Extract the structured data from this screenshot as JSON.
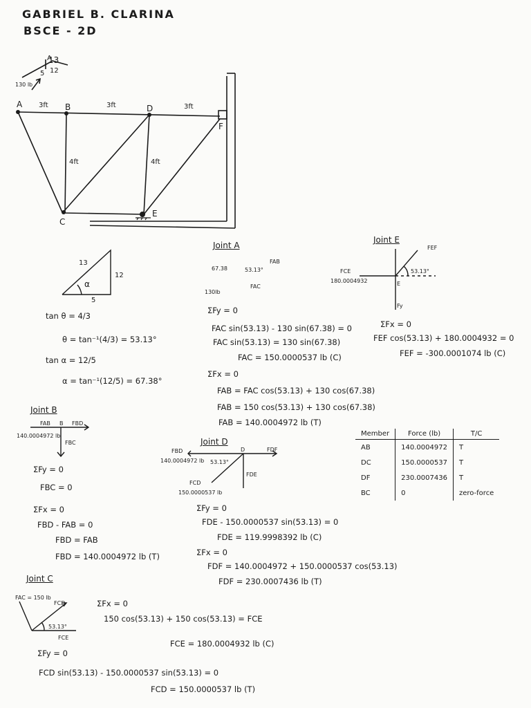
{
  "header": {
    "name": "GABRIEL B. CLARINA",
    "section": "BSCE - 2D"
  },
  "truss": {
    "inset_labels": {
      "hyp": "13",
      "vert": "12",
      "base": "5",
      "node": "A",
      "load": "130 lb"
    },
    "node_labels": {
      "A": "A",
      "B": "B",
      "C": "C",
      "D": "D",
      "E": "E",
      "F": "F"
    },
    "span_labels": [
      "3ft",
      "3ft",
      "3ft"
    ],
    "height_labels": [
      "4ft",
      "4ft"
    ]
  },
  "triangle": {
    "hyp": "13",
    "vert": "12",
    "base": "5",
    "angle": "α"
  },
  "angles": {
    "line1": "tan θ = 4/3",
    "line2": "θ = tan⁻¹(4/3) = 53.13°",
    "line3": "tan α = 12/5",
    "line4": "α = tan⁻¹(12/5) = 67.38°"
  },
  "jointA": {
    "title": "Joint A",
    "fbd": {
      "fab": "FAB",
      "fac": "FAC",
      "load": "130lb",
      "ang1": "67.38",
      "ang2": "53.13°"
    },
    "eq": [
      "ΣFy = 0",
      "FAC sin(53.13) - 130 sin(67.38) = 0",
      "FAC sin(53.13) = 130 sin(67.38)",
      "FAC = 150.0000537 lb (C)",
      "ΣFx = 0",
      "FAB = FAC cos(53.13) + 130 cos(67.38)",
      "FAB = 150 cos(53.13) + 130 cos(67.38)",
      "FAB = 140.0004972 lb (T)"
    ]
  },
  "jointE": {
    "title": "Joint E",
    "fbd": {
      "fef": "FEF",
      "fce": "FCE",
      "fce_val": "180.0004932",
      "angle": "53.13°",
      "fy": "Fy",
      "node": "E"
    },
    "eq": [
      "ΣFx = 0",
      "FEF cos(53.13) + 180.0004932 = 0",
      "FEF = -300.0001074 lb (C)"
    ]
  },
  "jointB": {
    "title": "Joint B",
    "fbd": {
      "fab": "FAB",
      "node": "B",
      "fbd": "FBD",
      "fab_val": "140.0004972 lb",
      "fbc": "FBC"
    },
    "eq": [
      "ΣFy = 0",
      "FBC = 0",
      "ΣFx = 0",
      "FBD - FAB = 0",
      "FBD = FAB",
      "FBD = 140.0004972 lb (T)"
    ]
  },
  "jointD": {
    "title": "Joint D",
    "fbd": {
      "fbd": "FBD",
      "fbd_val": "140.0004972 lb",
      "fdf": "FDF",
      "fde": "FDE",
      "fcd": "FCD",
      "fcd_val": "150.0000537 lb",
      "angle": "53.13°",
      "node": "D"
    },
    "eq": [
      "ΣFy = 0",
      "FDE - 150.0000537 sin(53.13) = 0",
      "FDE = 119.9998392 lb (C)",
      "ΣFx = 0",
      "FDF = 140.0004972 + 150.0000537 cos(53.13)",
      "FDF = 230.0007436 lb (T)"
    ]
  },
  "jointC": {
    "title": "Joint C",
    "fbd": {
      "fac": "FAC = 150 lb",
      "fcd": "FCD",
      "angle": "53.13°",
      "fce": "FCE"
    },
    "eq": [
      "ΣFx = 0",
      "150 cos(53.13) + 150 cos(53.13) = FCE",
      "FCE = 180.0004932 lb (C)",
      "ΣFy = 0",
      "FCD sin(53.13) - 150.0000537 sin(53.13) = 0",
      "FCD = 150.0000537 lb (T)"
    ]
  },
  "table": {
    "headers": [
      "Member",
      "Force (lb)",
      "T/C"
    ],
    "rows": [
      [
        "AB",
        "140.0004972",
        "T"
      ],
      [
        "DC",
        "150.0000537",
        "T"
      ],
      [
        "DF",
        "230.0007436",
        "T"
      ],
      [
        "BC",
        "0",
        "zero-force"
      ]
    ]
  }
}
